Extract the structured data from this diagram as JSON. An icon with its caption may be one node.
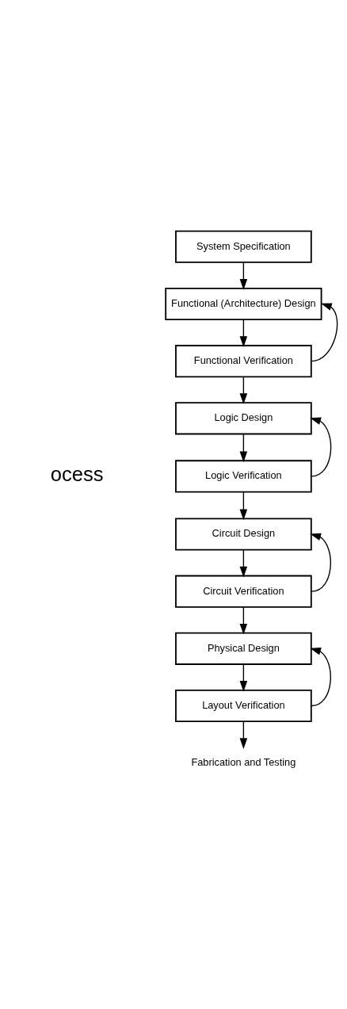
{
  "diagram": {
    "nodes": [
      {
        "text": [
          "System Specification"
        ]
      },
      {
        "text": [
          "Functional (Architecture) Design"
        ]
      },
      {
        "text": [
          "Functional Verification"
        ]
      },
      {
        "text": [
          "Logic Design"
        ]
      },
      {
        "text": [
          "Logic Verification"
        ]
      },
      {
        "text": [
          "Circuit Design"
        ]
      },
      {
        "text": [
          "Circuit Verification"
        ]
      },
      {
        "text": [
          "Physical Design"
        ]
      },
      {
        "text": [
          "Layout Verification"
        ]
      },
      {
        "text": [
          "Fabrication and Testing"
        ]
      }
    ],
    "edges": [
      {
        "from": 0,
        "to": 1,
        "arrow": "to"
      },
      {
        "from": 1,
        "to": 2,
        "arrow": "to"
      },
      {
        "from": 2,
        "to": 1,
        "arrow": "to"
      },
      {
        "from": 2,
        "to": 3,
        "arrow": "to"
      },
      {
        "from": 3,
        "to": 4,
        "arrow": "to"
      },
      {
        "from": 4,
        "to": 3,
        "arrow": "to"
      },
      {
        "from": 4,
        "to": 5,
        "arrow": "to"
      },
      {
        "from": 5,
        "to": 6,
        "arrow": "to"
      },
      {
        "from": 6,
        "to": 5,
        "arrow": "to"
      },
      {
        "from": 6,
        "to": 7,
        "arrow": "to"
      },
      {
        "from": 7,
        "to": 8,
        "arrow": "to"
      },
      {
        "from": 8,
        "to": 7,
        "arrow": "to"
      },
      {
        "from": 8,
        "to": 9,
        "arrow": "to"
      }
    ],
    "labels": [
      "ocess"
    ]
  }
}
